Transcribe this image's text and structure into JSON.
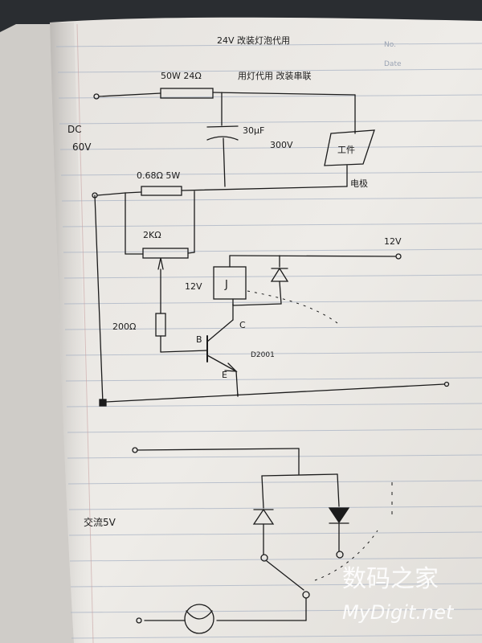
{
  "page_header": {
    "title": "24V 改装灯泡代用",
    "no_label": "No.",
    "date_label": "Date"
  },
  "circuit_top": {
    "note": "用灯代用 改装串联",
    "resistor_top": "50W 24Ω",
    "dc_label": "DC",
    "dc_voltage": "60V",
    "capacitor": "30μF",
    "capacitor_voltage": "300V",
    "workpiece": "工件",
    "electrode": "电极",
    "resistor_sense": "0.68Ω 5W",
    "potentiometer": "2KΩ",
    "supply_12v": "12V",
    "relay_voltage": "12V",
    "relay_label": "J",
    "base_resistor": "200Ω",
    "transistor_b": "B",
    "transistor_c": "C",
    "transistor_e": "E",
    "transistor_model": "D2001"
  },
  "circuit_bottom": {
    "ac_label": "交流5V"
  },
  "watermark": {
    "cn": "数码之家",
    "en": "MyDigit.net"
  },
  "colors": {
    "paper": "#eceae6",
    "ink": "#1b1b1b",
    "rule_line": "#a9b3c4",
    "margin_line": "#c9a3a3",
    "watermark": "#ffffff"
  }
}
